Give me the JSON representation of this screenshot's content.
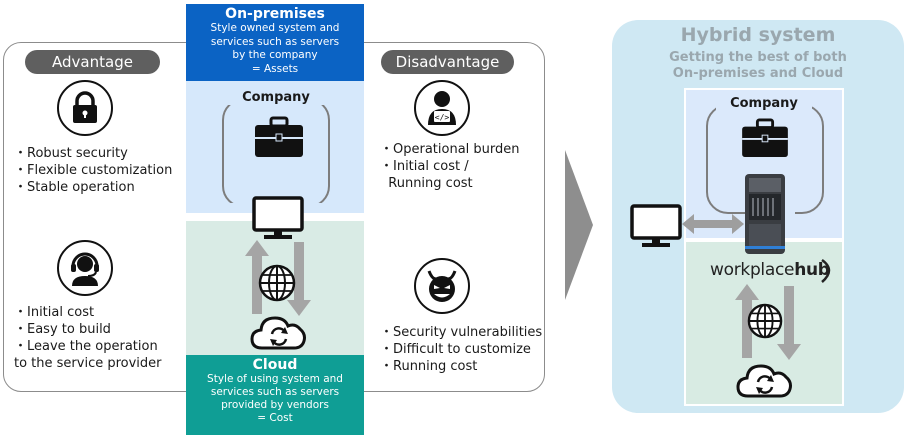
{
  "onprem": {
    "title": "On-premises",
    "desc_lines": [
      "Style owned system and",
      "services such as servers",
      "by the company",
      "= Assets"
    ]
  },
  "cloud": {
    "title": "Cloud",
    "desc_lines": [
      "Style of using system and",
      "services such as servers",
      "provided by vendors",
      "= Cost"
    ]
  },
  "labels": {
    "advantage": "Advantage",
    "disadvantage": "Disadvantage",
    "company": "Company"
  },
  "onprem_advantages": [
    "・Robust security",
    "・Flexible customization",
    "・Stable operation"
  ],
  "onprem_disadvantages": [
    "・Operational burden",
    "・Initial cost /",
    "  Running cost"
  ],
  "cloud_advantages": [
    "・Initial cost",
    "・Easy to build",
    "・Leave the operation",
    "  to the service provider"
  ],
  "cloud_disadvantages": [
    "・Security vulnerabilities",
    "・Difficult to customize",
    "・Running cost"
  ],
  "hybrid": {
    "title": "Hybrid system",
    "sub_lines": [
      "Getting the best of both",
      "On-premises and Cloud"
    ],
    "company": "Company",
    "brand_light": "workplace",
    "brand_bold": "hub"
  },
  "colors": {
    "onprem_blue": "#0b63c4",
    "cloud_teal": "#0f9e95",
    "company_zone": "#d6e8fb",
    "cloud_zone": "#d9ebe5",
    "hybrid_bg": "#cfe8f3"
  }
}
